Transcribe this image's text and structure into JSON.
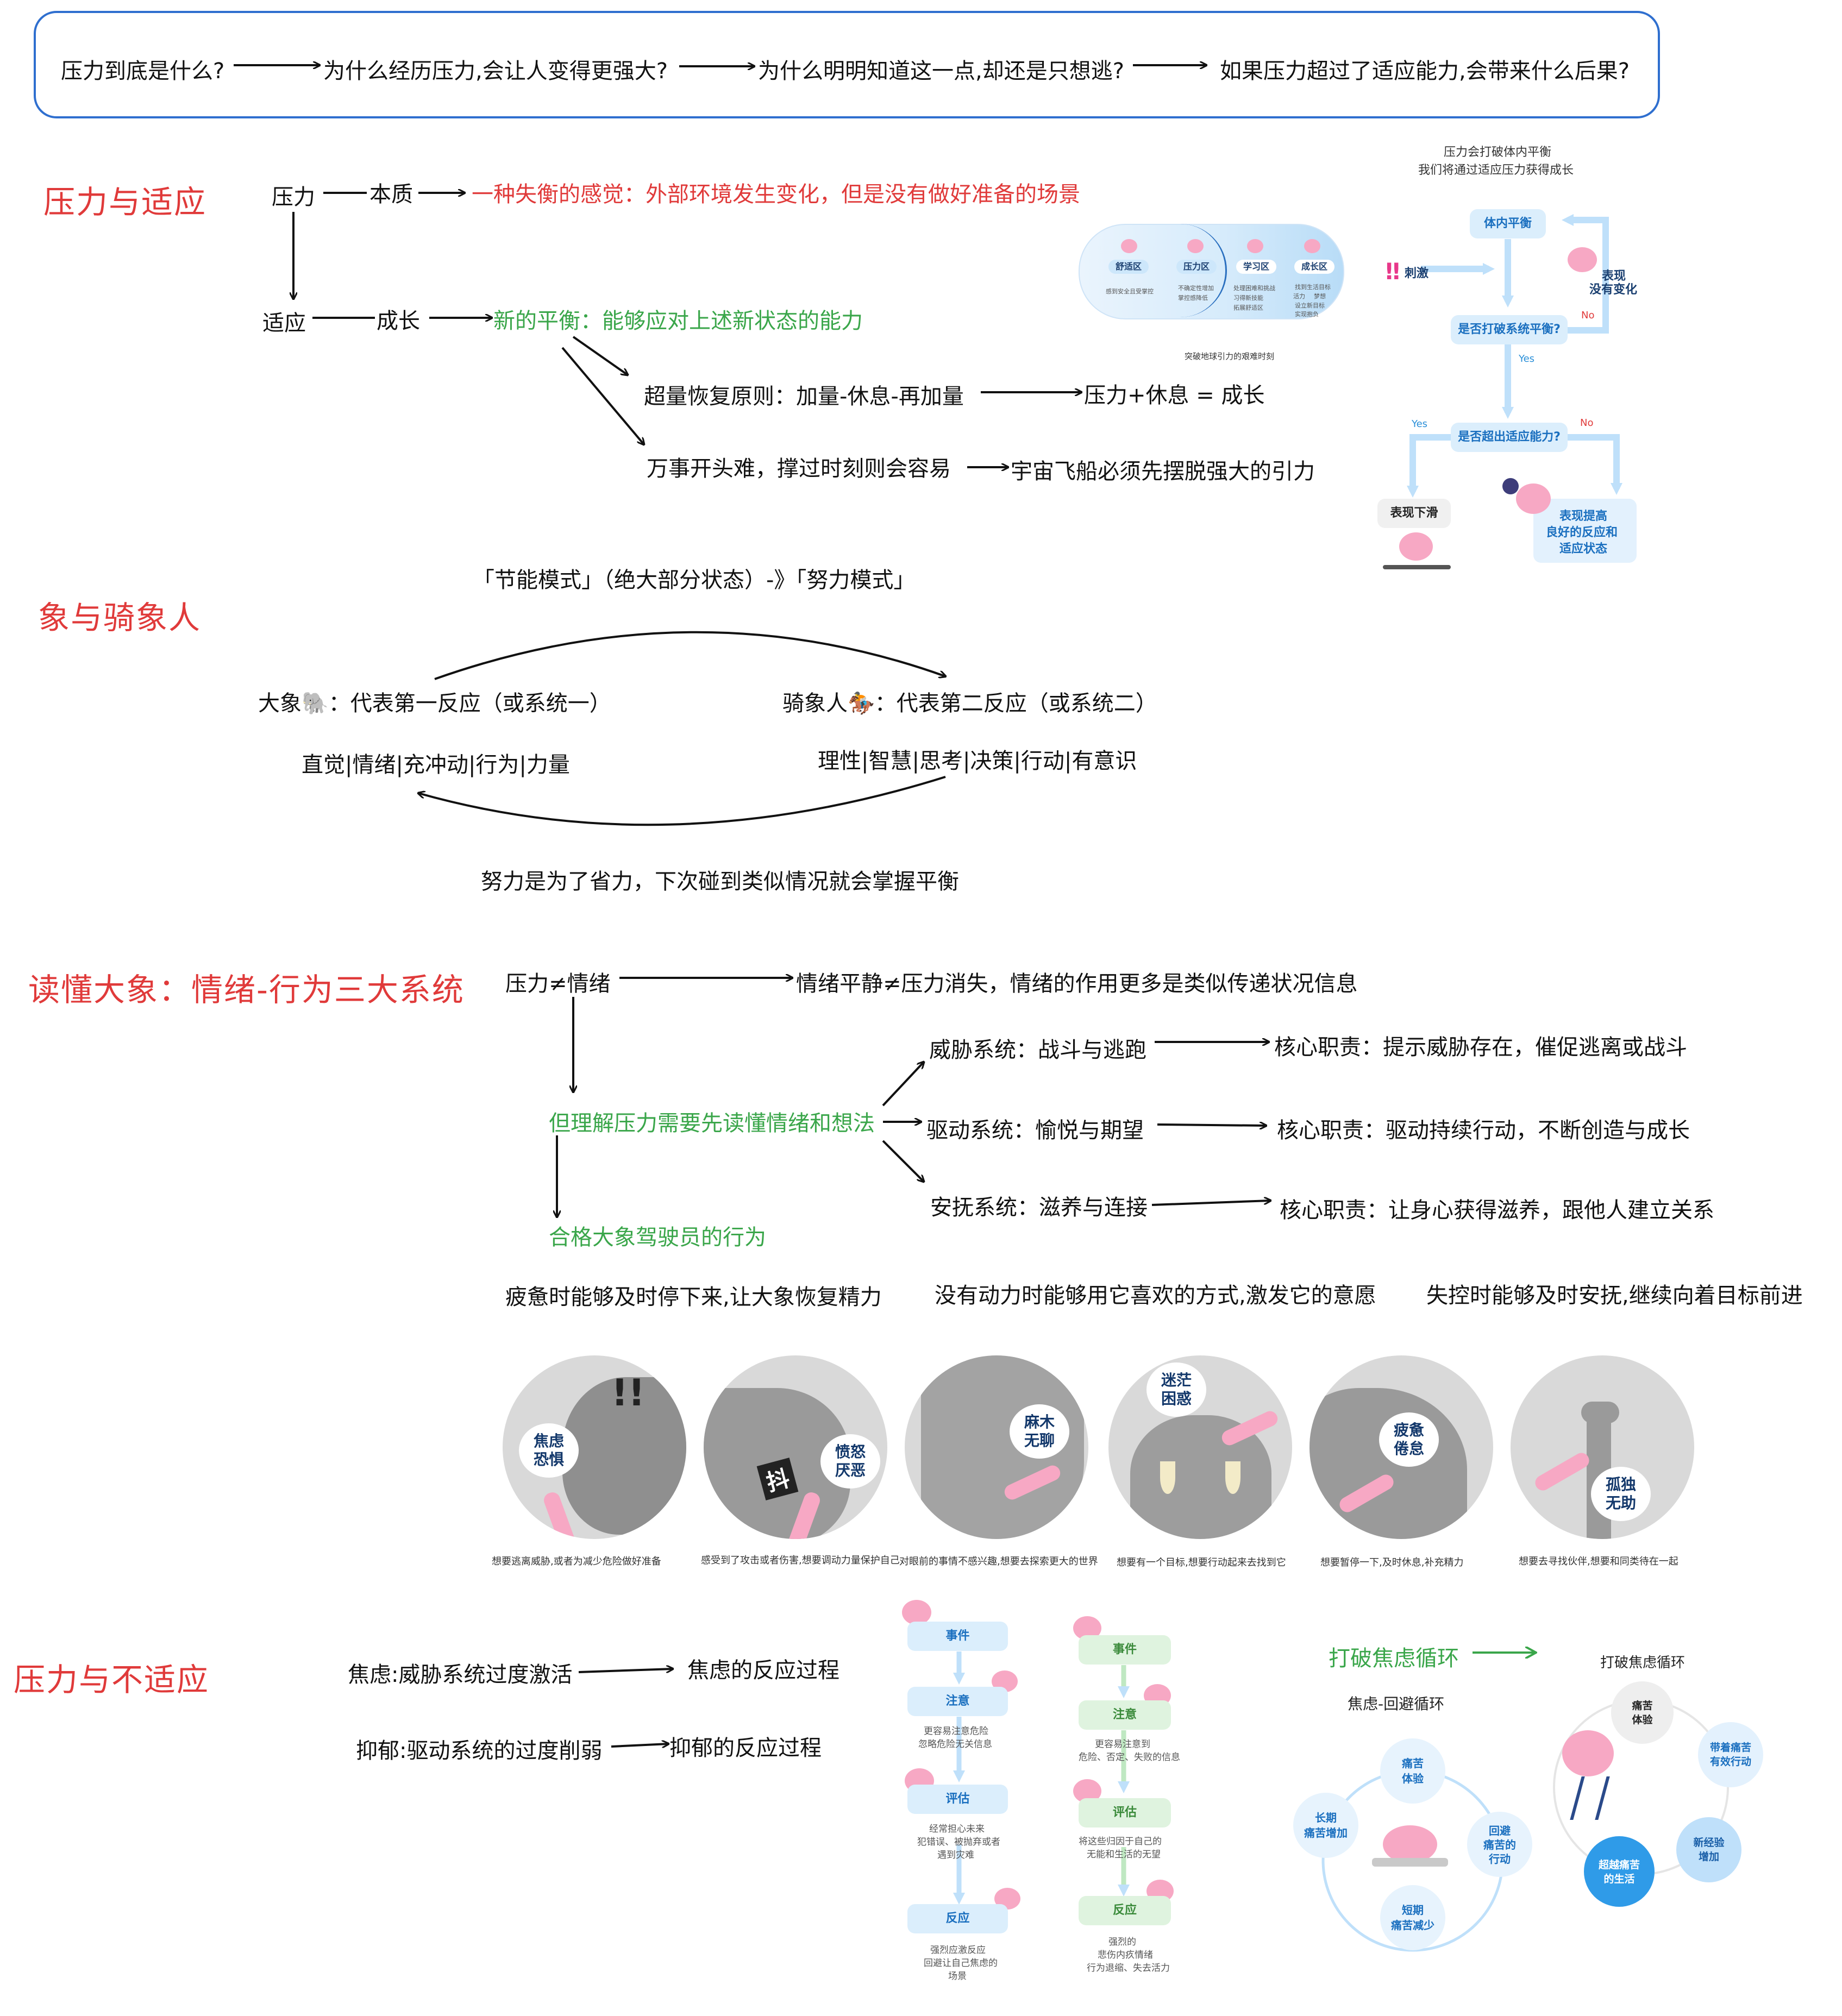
{
  "header": {
    "steps": [
      "压力到底是什么?",
      "为什么经历压力,会让人变得更强大?",
      "为什么明明知道这一点,却还是只想逃?",
      "如果压力超过了适应能力,会带来什么后果?"
    ]
  },
  "sec1": {
    "title": "压力与适应",
    "pressure": "压力",
    "essence": "本质",
    "essence_def": "一种失衡的感觉：外部环境发生变化，但是没有做好准备的场景",
    "adapt": "适应",
    "growth": "成长",
    "new_balance": "新的平衡：能够应对上述新状态的能力",
    "overload": "超量恢复原则：加量-休息-再加量",
    "formula": "压力+休息 = 成长",
    "start_hard": "万事开头难，撑过时刻则会容易",
    "spaceship": "宇宙飞船必须先摆脱强大的引力",
    "zones": {
      "zone1": "舒适区",
      "zone2": "压力区",
      "zone3": "学习区",
      "zone4": "成长区",
      "desc1": "感到安全且受掌控",
      "desc2a": "不确定性增加",
      "desc2b": "掌控感降低",
      "desc3a": "处理困难和挑战",
      "desc3b": "习得新技能",
      "desc3c": "拓展舒适区",
      "desc4a": "找到生活目标",
      "desc4b": "活力",
      "desc4c": "梦想",
      "desc4d": "设立新目标",
      "desc4e": "实现抱负",
      "caption": "突破地球引力的艰难时刻"
    },
    "flow": {
      "title1": "压力会打破体内平衡",
      "title2": "我们将通过适应压力获得成长",
      "balance": "体内平衡",
      "stimulus": "刺激",
      "q1": "是否打破系统平衡?",
      "no_change1": "表现",
      "no_change2": "没有变化",
      "no1": "No",
      "yes1": "Yes",
      "q2": "是否超出适应能力?",
      "yes2": "Yes",
      "no2": "No",
      "decline": "表现下滑",
      "improve1": "表现提高",
      "improve2": "良好的反应和",
      "improve3": "适应状态"
    }
  },
  "sec2": {
    "title": "象与骑象人",
    "modes": "「节能模式」（绝大部分状态）-》「努力模式」",
    "elephant": "大象🐘：代表第一反应（或系统一）",
    "rider": "骑象人🏇：代表第二反应（或系统二）",
    "elephant_traits": "直觉|情绪|充冲动|行为|力量",
    "rider_traits": "理性|智慧|思考|决策|行动|有意识",
    "effort": "努力是为了省力，下次碰到类似情况就会掌握平衡"
  },
  "sec3": {
    "title": "读懂大象：情绪-行为三大系统",
    "p_not_e": "压力≠情绪",
    "calm": "情绪平静≠压力消失，情绪的作用更多是类似传递状况信息",
    "understand": "但理解压力需要先读懂情绪和想法",
    "threat": "威胁系统：战斗与逃跑",
    "threat_duty": "核心职责：提示威胁存在，催促逃离或战斗",
    "drive": "驱动系统：愉悦与期望",
    "drive_duty": "核心职责：驱动持续行动，不断创造与成长",
    "soothe": "安抚系统：滋养与连接",
    "soothe_duty": "核心职责：让身心获得滋养，跟他人建立关系",
    "qualified": "合格大象驾驶员的行为",
    "b1": "疲惫时能够及时停下来,让大象恢复精力",
    "b2": "没有动力时能够用它喜欢的方式,激发它的意愿",
    "b3": "失控时能够及时安抚,继续向着目标前进",
    "circles": [
      {
        "label1": "焦虑",
        "label2": "恐惧",
        "caption": "想要逃离威胁,或者为减少危险做好准备"
      },
      {
        "label1": "愤怒",
        "label2": "厌恶",
        "caption": "感受到了攻击或者伤害,想要调动力量保护自己"
      },
      {
        "label1": "麻木",
        "label2": "无聊",
        "caption": "对眼前的事情不感兴趣,想要去探索更大的世界"
      },
      {
        "label1": "迷茫",
        "label2": "困惑",
        "caption": "想要有一个目标,想要行动起来去找到它"
      },
      {
        "label1": "疲惫",
        "label2": "倦怠",
        "caption": "想要暂停一下,及时休息,补充精力"
      },
      {
        "label1": "孤独",
        "label2": "无助",
        "caption": "想要去寻找伙伴,想要和同类待在一起"
      }
    ],
    "shake": "抖",
    "exclaim": "!!"
  },
  "sec4": {
    "title": "压力与不适应",
    "anxiety": "焦虑:威胁系统过度激活",
    "anxiety_proc": "焦虑的反应过程",
    "depress": "抑郁:驱动系统的过度削弱",
    "depress_proc": "抑郁的反应过程",
    "chain_a": {
      "s1": "事件",
      "s2": "注意",
      "d2a": "更容易注意危险",
      "d2b": "忽略危险无关信息",
      "s3": "评估",
      "d3a": "经常担心未来",
      "d3b": "犯错误、被抛弃或者",
      "d3c": "遇到灾难",
      "s4": "反应",
      "d4a": "强烈应激反应",
      "d4b": "回避让自己焦虑的",
      "d4c": "场景"
    },
    "chain_b": {
      "s1": "事件",
      "s2": "注意",
      "d2a": "更容易注意到",
      "d2b": "危险、否定、失败的信息",
      "s3": "评估",
      "d3a": "将这些归因于自己的",
      "d3b": "无能和生活的无望",
      "s4": "反应",
      "d4a": "强烈的",
      "d4b": "悲伤内疚情绪",
      "d4c": "行为退缩、失去活力"
    },
    "break_cycle": "打破焦虑循环",
    "avoid_title": "焦虑-回避循环",
    "avoid": {
      "n1a": "痛苦",
      "n1b": "体验",
      "n2a": "回避",
      "n2b": "痛苦的",
      "n2c": "行动",
      "n3a": "短期",
      "n3b": "痛苦减少",
      "n4a": "长期",
      "n4b": "痛苦增加"
    },
    "break_title": "打破焦虑循环",
    "brk": {
      "n1a": "痛苦",
      "n1b": "体验",
      "n2a": "带着痛苦",
      "n2b": "有效行动",
      "n3a": "新经验",
      "n3b": "增加",
      "n4a": "超越痛苦",
      "n4b": "的生活"
    }
  }
}
